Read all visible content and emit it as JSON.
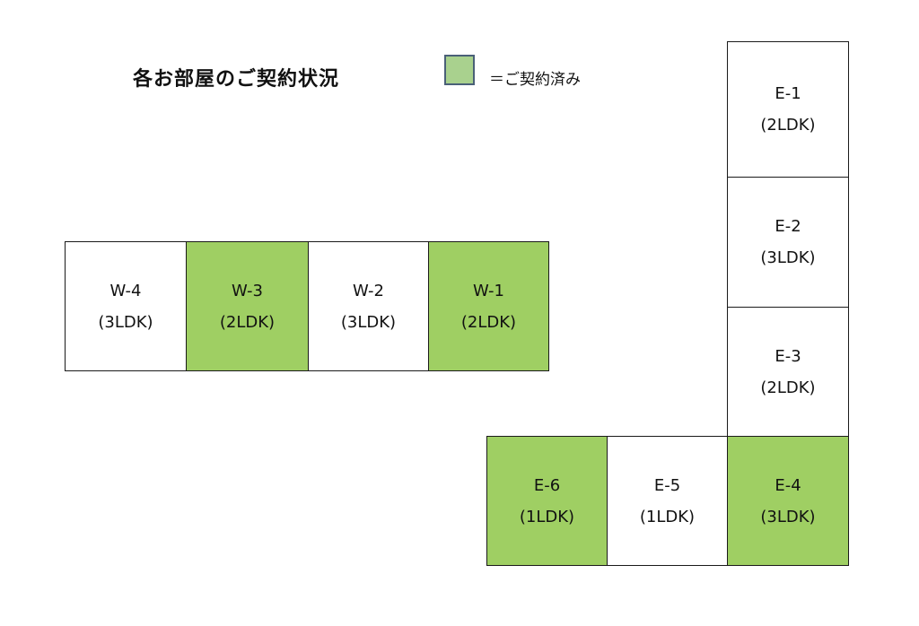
{
  "title": "各お部屋のご契約状況",
  "legend": {
    "label": "＝ご契約済み",
    "color": "#a9d18e"
  },
  "colors": {
    "contracted": "#9fcf63",
    "available": "#ffffff"
  },
  "rooms": [
    {
      "id": "W-4",
      "layout": "(3LDK)",
      "contracted": false
    },
    {
      "id": "W-3",
      "layout": "(2LDK)",
      "contracted": true
    },
    {
      "id": "W-2",
      "layout": "(3LDK)",
      "contracted": false
    },
    {
      "id": "W-1",
      "layout": "(2LDK)",
      "contracted": true
    },
    {
      "id": "E-1",
      "layout": "(2LDK)",
      "contracted": false
    },
    {
      "id": "E-2",
      "layout": "(3LDK)",
      "contracted": false
    },
    {
      "id": "E-3",
      "layout": "(2LDK)",
      "contracted": false
    },
    {
      "id": "E-4",
      "layout": "(3LDK)",
      "contracted": true
    },
    {
      "id": "E-5",
      "layout": "(1LDK)",
      "contracted": false
    },
    {
      "id": "E-6",
      "layout": "(1LDK)",
      "contracted": true
    }
  ]
}
